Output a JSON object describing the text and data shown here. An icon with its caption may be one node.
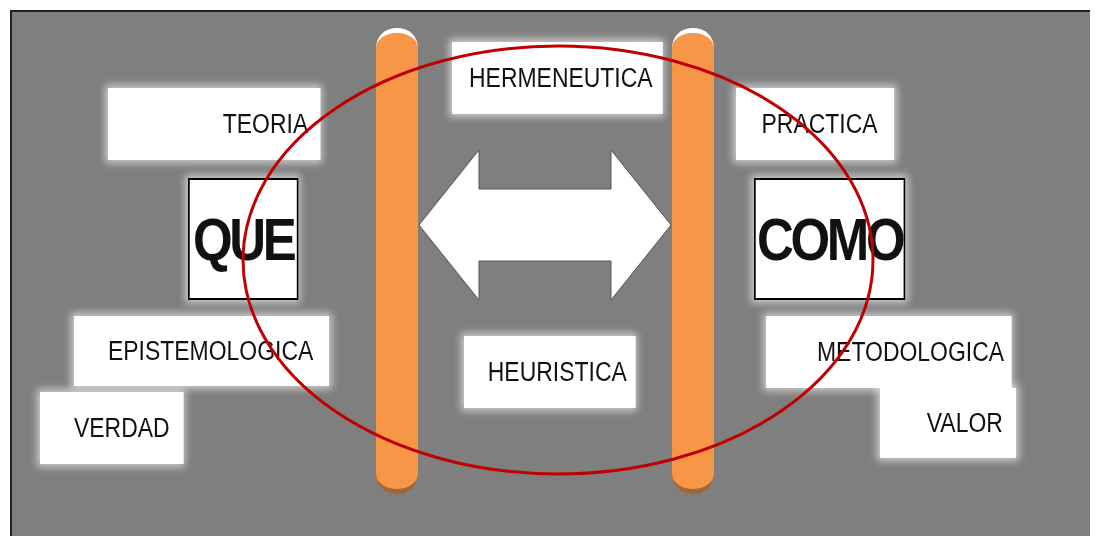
{
  "diagram": {
    "nodes": [
      {
        "text": [
          "HERMENEUTICA"
        ]
      },
      {
        "text": [
          "TEORIA"
        ]
      },
      {
        "text": [
          "PRACTICA"
        ]
      },
      {
        "text": [
          "QUE"
        ]
      },
      {
        "text": [
          "COMO"
        ]
      },
      {
        "text": [
          "EPISTEMOLOGICA"
        ]
      },
      {
        "text": [
          "METODOLOGICA"
        ]
      },
      {
        "text": [
          "HEURISTICA"
        ]
      },
      {
        "text": [
          "VERDAD"
        ]
      },
      {
        "text": [
          "VALOR"
        ]
      },
      {
        "text": [],
        "shape": "bar"
      },
      {
        "text": [],
        "shape": "bar"
      }
    ],
    "edges": [
      {
        "from": 10,
        "to": 11,
        "arrow": "both"
      }
    ]
  }
}
